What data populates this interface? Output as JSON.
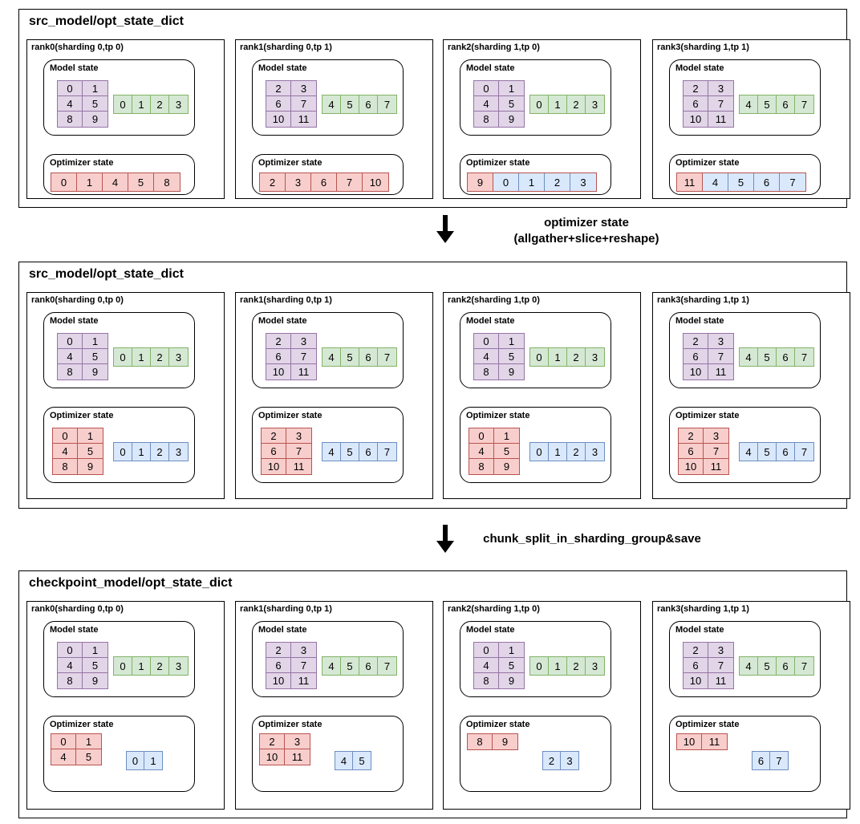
{
  "colors": {
    "purple_fill": "#e1d5e7",
    "purple_border": "#9673a6",
    "green_fill": "#d5e8d4",
    "green_border": "#82b366",
    "red_fill": "#f8cecc",
    "red_border": "#b85450",
    "blue_fill": "#dae8fc",
    "blue_border": "#6c8ebf"
  },
  "labels": {
    "model_state": "Model state",
    "optimizer_state": "Optimizer state"
  },
  "steps": [
    {
      "lines": [
        "optimizer state",
        "(allgather+slice+reshape)"
      ]
    },
    {
      "lines": [
        "chunk_split_in_sharding_group&save"
      ]
    }
  ],
  "sections": [
    {
      "title": "src_model/opt_state_dict",
      "ranks": [
        {
          "title": "rank0(sharding 0,tp 0)",
          "model": {
            "matrix": [
              [
                "0",
                "1"
              ],
              [
                "4",
                "5"
              ],
              [
                "8",
                "9"
              ]
            ],
            "vector": [
              "0",
              "1",
              "2",
              "3"
            ]
          },
          "optimizer": {
            "kind": "flat",
            "groups": [
              {
                "color": "red",
                "values": [
                  "0",
                  "1",
                  "4",
                  "5",
                  "8"
                ]
              }
            ]
          }
        },
        {
          "title": "rank1(sharding 0,tp 1)",
          "model": {
            "matrix": [
              [
                "2",
                "3"
              ],
              [
                "6",
                "7"
              ],
              [
                "10",
                "11"
              ]
            ],
            "vector": [
              "4",
              "5",
              "6",
              "7"
            ]
          },
          "optimizer": {
            "kind": "flat",
            "groups": [
              {
                "color": "red",
                "values": [
                  "2",
                  "3",
                  "6",
                  "7",
                  "10"
                ]
              }
            ]
          }
        },
        {
          "title": "rank2(sharding 1,tp 0)",
          "model": {
            "matrix": [
              [
                "0",
                "1"
              ],
              [
                "4",
                "5"
              ],
              [
                "8",
                "9"
              ]
            ],
            "vector": [
              "0",
              "1",
              "2",
              "3"
            ]
          },
          "optimizer": {
            "kind": "flat",
            "groups": [
              {
                "color": "red",
                "values": [
                  "9"
                ]
              },
              {
                "color": "blue",
                "values": [
                  "0",
                  "1",
                  "2",
                  "3"
                ]
              }
            ]
          }
        },
        {
          "title": "rank3(sharding 1,tp 1)",
          "model": {
            "matrix": [
              [
                "2",
                "3"
              ],
              [
                "6",
                "7"
              ],
              [
                "10",
                "11"
              ]
            ],
            "vector": [
              "4",
              "5",
              "6",
              "7"
            ]
          },
          "optimizer": {
            "kind": "flat",
            "groups": [
              {
                "color": "red",
                "values": [
                  "11"
                ]
              },
              {
                "color": "blue",
                "values": [
                  "4",
                  "5",
                  "6",
                  "7"
                ]
              }
            ]
          }
        }
      ]
    },
    {
      "title": "src_model/opt_state_dict",
      "ranks": [
        {
          "title": "rank0(sharding 0,tp 0)",
          "model": {
            "matrix": [
              [
                "0",
                "1"
              ],
              [
                "4",
                "5"
              ],
              [
                "8",
                "9"
              ]
            ],
            "vector": [
              "0",
              "1",
              "2",
              "3"
            ]
          },
          "optimizer": {
            "kind": "matrix",
            "matrix": [
              [
                "0",
                "1"
              ],
              [
                "4",
                "5"
              ],
              [
                "8",
                "9"
              ]
            ],
            "vector": [
              "0",
              "1",
              "2",
              "3"
            ]
          }
        },
        {
          "title": "rank1(sharding 0,tp 1)",
          "model": {
            "matrix": [
              [
                "2",
                "3"
              ],
              [
                "6",
                "7"
              ],
              [
                "10",
                "11"
              ]
            ],
            "vector": [
              "4",
              "5",
              "6",
              "7"
            ]
          },
          "optimizer": {
            "kind": "matrix",
            "matrix": [
              [
                "2",
                "3"
              ],
              [
                "6",
                "7"
              ],
              [
                "10",
                "11"
              ]
            ],
            "vector": [
              "4",
              "5",
              "6",
              "7"
            ]
          }
        },
        {
          "title": "rank2(sharding 1,tp 0)",
          "model": {
            "matrix": [
              [
                "0",
                "1"
              ],
              [
                "4",
                "5"
              ],
              [
                "8",
                "9"
              ]
            ],
            "vector": [
              "0",
              "1",
              "2",
              "3"
            ]
          },
          "optimizer": {
            "kind": "matrix",
            "matrix": [
              [
                "0",
                "1"
              ],
              [
                "4",
                "5"
              ],
              [
                "8",
                "9"
              ]
            ],
            "vector": [
              "0",
              "1",
              "2",
              "3"
            ]
          }
        },
        {
          "title": "rank3(sharding 1,tp 1)",
          "model": {
            "matrix": [
              [
                "2",
                "3"
              ],
              [
                "6",
                "7"
              ],
              [
                "10",
                "11"
              ]
            ],
            "vector": [
              "4",
              "5",
              "6",
              "7"
            ]
          },
          "optimizer": {
            "kind": "matrix",
            "matrix": [
              [
                "2",
                "3"
              ],
              [
                "6",
                "7"
              ],
              [
                "10",
                "11"
              ]
            ],
            "vector": [
              "4",
              "5",
              "6",
              "7"
            ]
          }
        }
      ]
    },
    {
      "title": "checkpoint_model/opt_state_dict",
      "ranks": [
        {
          "title": "rank0(sharding 0,tp 0)",
          "model": {
            "matrix": [
              [
                "0",
                "1"
              ],
              [
                "4",
                "5"
              ],
              [
                "8",
                "9"
              ]
            ],
            "vector": [
              "0",
              "1",
              "2",
              "3"
            ]
          },
          "optimizer": {
            "kind": "split",
            "matrix": [
              [
                "0",
                "1"
              ],
              [
                "4",
                "5"
              ]
            ],
            "vector": [
              "0",
              "1"
            ]
          }
        },
        {
          "title": "rank1(sharding 0,tp 1)",
          "model": {
            "matrix": [
              [
                "2",
                "3"
              ],
              [
                "6",
                "7"
              ],
              [
                "10",
                "11"
              ]
            ],
            "vector": [
              "4",
              "5",
              "6",
              "7"
            ]
          },
          "optimizer": {
            "kind": "split",
            "matrix": [
              [
                "2",
                "3"
              ],
              [
                "10",
                "11"
              ]
            ],
            "vector": [
              "4",
              "5"
            ]
          }
        },
        {
          "title": "rank2(sharding 1,tp 0)",
          "model": {
            "matrix": [
              [
                "0",
                "1"
              ],
              [
                "4",
                "5"
              ],
              [
                "8",
                "9"
              ]
            ],
            "vector": [
              "0",
              "1",
              "2",
              "3"
            ]
          },
          "optimizer": {
            "kind": "split",
            "matrix": [
              [
                "8",
                "9"
              ]
            ],
            "vector": [
              "2",
              "3"
            ]
          }
        },
        {
          "title": "rank3(sharding 1,tp 1)",
          "model": {
            "matrix": [
              [
                "2",
                "3"
              ],
              [
                "6",
                "7"
              ],
              [
                "10",
                "11"
              ]
            ],
            "vector": [
              "4",
              "5",
              "6",
              "7"
            ]
          },
          "optimizer": {
            "kind": "split",
            "matrix": [
              [
                "10",
                "11"
              ]
            ],
            "vector": [
              "6",
              "7"
            ]
          }
        }
      ]
    }
  ]
}
